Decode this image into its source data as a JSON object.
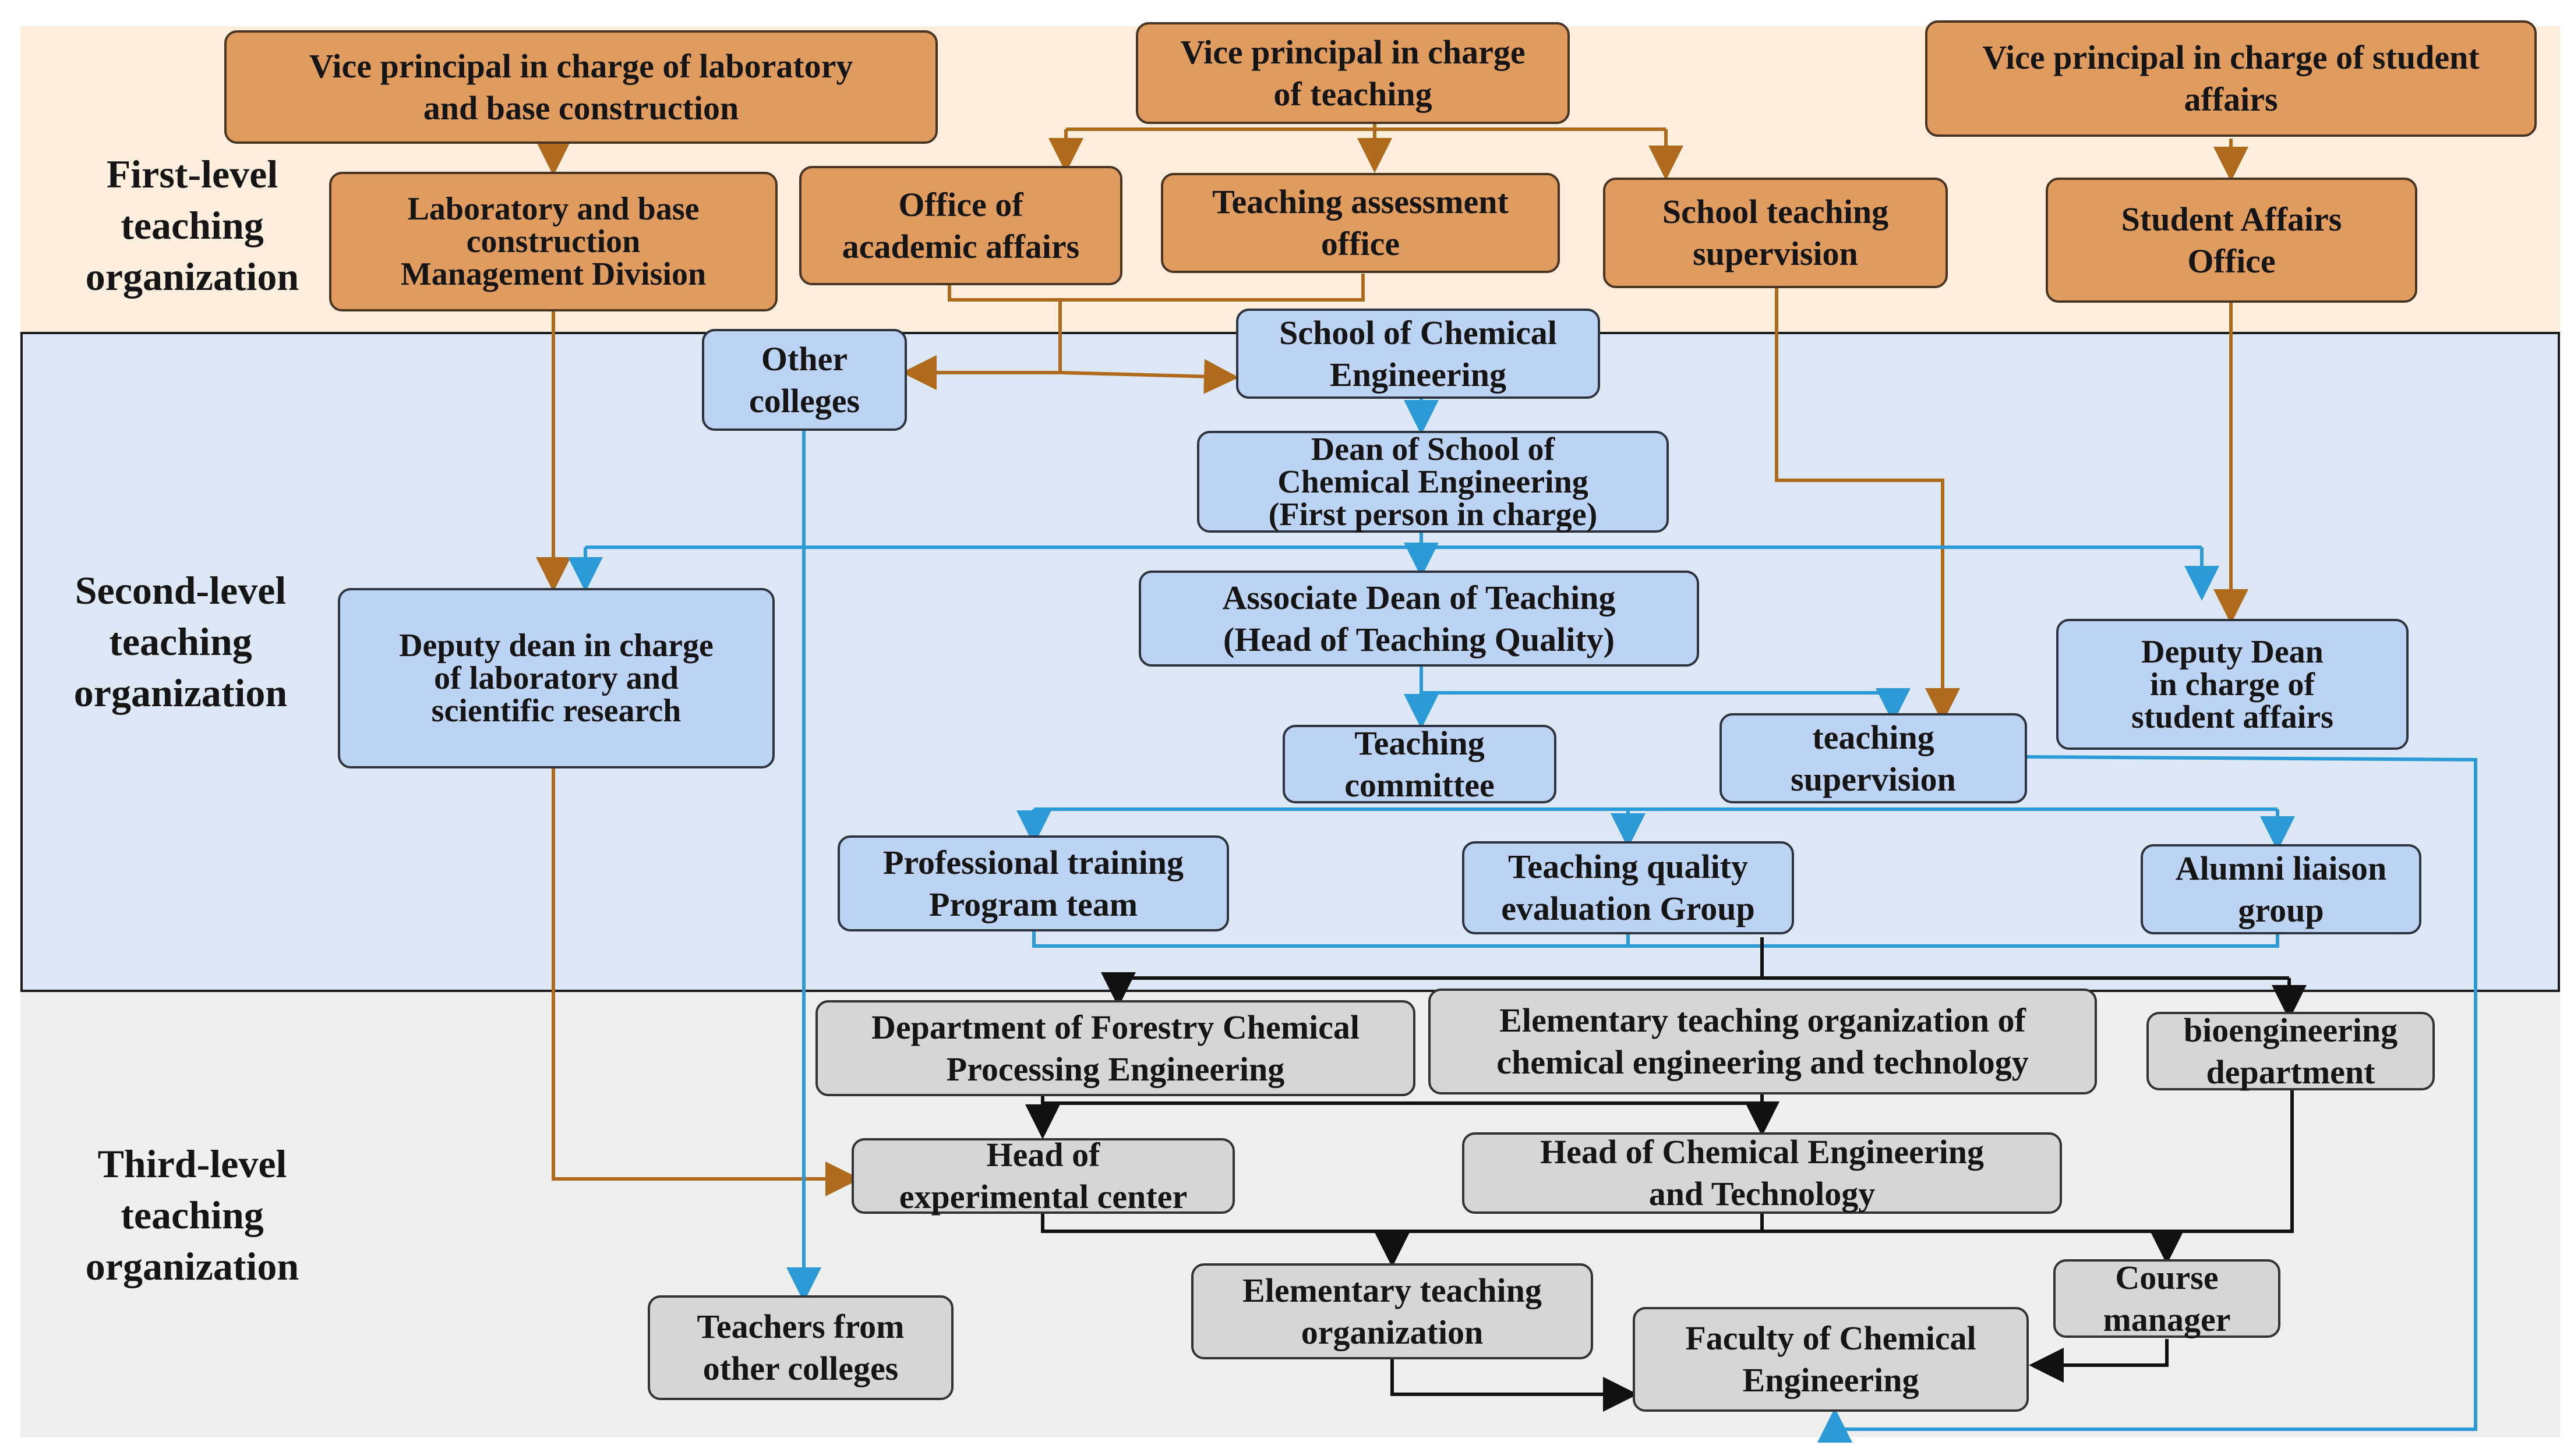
{
  "levels": {
    "first": "First-level\nteaching\norganization",
    "second": "Second-level\nteaching\norganization",
    "third": "Third-level\nteaching\norganization"
  },
  "nodes": {
    "vp_lab": "Vice principal in charge of laboratory\nand base construction",
    "vp_teaching": "Vice principal in charge\nof teaching",
    "vp_student": "Vice principal in charge of student\naffairs",
    "lab_division": "Laboratory and base\nconstruction\nManagement Division",
    "academic_affairs": "Office of\nacademic affairs",
    "assessment_office": "Teaching assessment\noffice",
    "school_supervision": "School teaching\nsupervision",
    "student_affairs_office": "Student Affairs\nOffice",
    "other_colleges": "Other\ncolleges",
    "school_chem": "School of Chemical\nEngineering",
    "dean": "Dean of School of\nChemical Engineering\n(First person in charge)",
    "deputy_lab": "Deputy dean in charge\nof laboratory and\nscientific research",
    "assoc_dean": "Associate Dean of Teaching\n(Head of Teaching Quality)",
    "deputy_student": "Deputy Dean\nin charge of\nstudent affairs",
    "teaching_committee": "Teaching\ncommittee",
    "teaching_supervision": "teaching\nsupervision",
    "training_team": "Professional training\nProgram team",
    "quality_group": "Teaching quality\nevaluation Group",
    "alumni_group": "Alumni liaison\ngroup",
    "dept_forestry": "Department of Forestry Chemical\nProcessing Engineering",
    "elem_chem_org": "Elementary teaching organization of\nchemical engineering and technology",
    "bio_dept": "bioengineering\ndepartment",
    "head_exp_center": "Head of\nexperimental center",
    "head_chem_tech": "Head of Chemical Engineering\nand Technology",
    "teachers_other": "Teachers from\nother colleges",
    "elem_org": "Elementary teaching\norganization",
    "course_manager": "Course\nmanager",
    "faculty": "Faculty of Chemical\nEngineering"
  },
  "colors": {
    "band_first": "#fdeedd",
    "band_second": "#dce8f6",
    "band_third": "#efefef",
    "node_orange": "#e09c5e",
    "node_blue": "#bdd3f3",
    "node_gray": "#d6d6d6",
    "wire_brown": "#b06a1c",
    "wire_blue": "#2b9ad6",
    "wire_black": "#111111"
  }
}
